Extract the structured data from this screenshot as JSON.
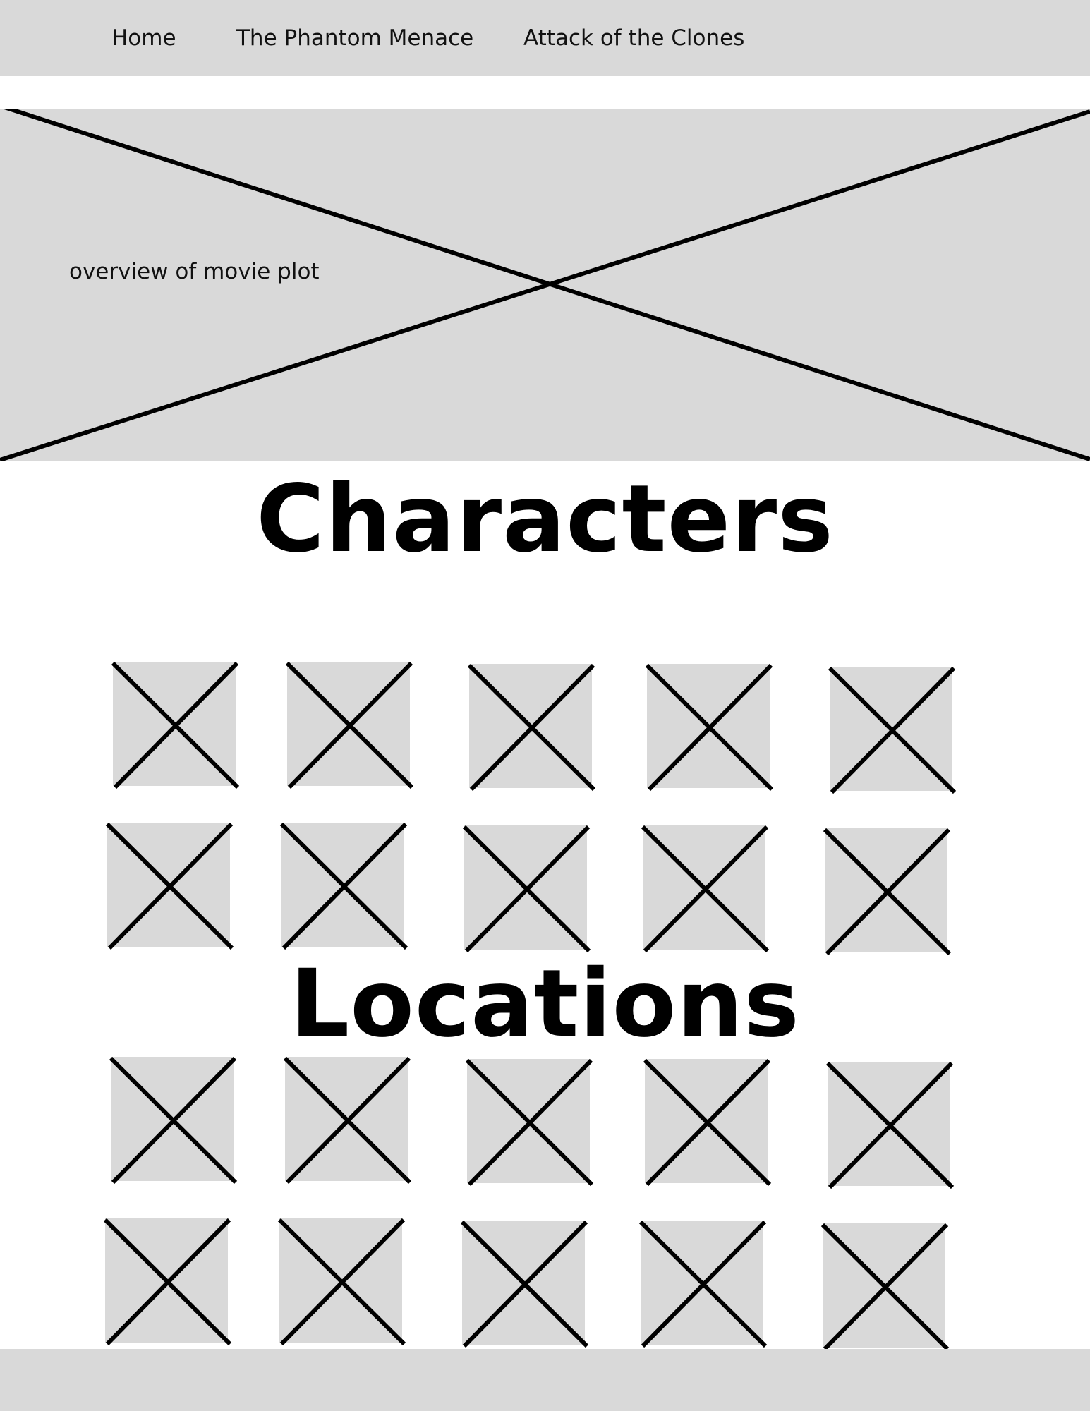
{
  "nav": {
    "items": [
      {
        "label": "Home"
      },
      {
        "label": "The Phantom Menace"
      },
      {
        "label": "Attack of the Clones"
      }
    ]
  },
  "hero": {
    "text": "overview of movie plot"
  },
  "characters": {
    "title": "Characters",
    "tile_count": 10
  },
  "locations": {
    "title": "Locations",
    "tile_count": 10
  },
  "colors": {
    "placeholder_fill": "#d9d9d9",
    "stroke": "#000000",
    "background": "#ffffff"
  }
}
